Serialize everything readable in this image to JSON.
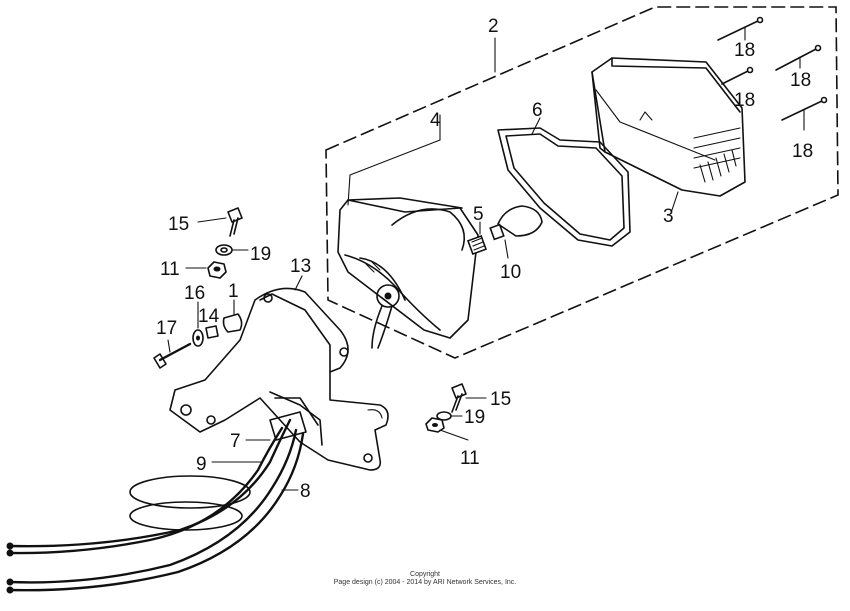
{
  "diagram": {
    "callouts": [
      {
        "key": "c2",
        "label": "2"
      },
      {
        "key": "c18a",
        "label": "18"
      },
      {
        "key": "c18b",
        "label": "18"
      },
      {
        "key": "c18c",
        "label": "18"
      },
      {
        "key": "c18d",
        "label": "18"
      },
      {
        "key": "c4",
        "label": "4"
      },
      {
        "key": "c6",
        "label": "6"
      },
      {
        "key": "c3",
        "label": "3"
      },
      {
        "key": "c5",
        "label": "5"
      },
      {
        "key": "c10",
        "label": "10"
      },
      {
        "key": "c15a",
        "label": "15"
      },
      {
        "key": "c19a",
        "label": "19"
      },
      {
        "key": "c11a",
        "label": "11"
      },
      {
        "key": "c13",
        "label": "13"
      },
      {
        "key": "c16",
        "label": "16"
      },
      {
        "key": "c1",
        "label": "1"
      },
      {
        "key": "c14",
        "label": "14"
      },
      {
        "key": "c17",
        "label": "17"
      },
      {
        "key": "c15b",
        "label": "15"
      },
      {
        "key": "c19b",
        "label": "19"
      },
      {
        "key": "c11b",
        "label": "11"
      },
      {
        "key": "c7",
        "label": "7"
      },
      {
        "key": "c9",
        "label": "9"
      },
      {
        "key": "c8",
        "label": "8"
      }
    ],
    "copyright": {
      "line1": "Copyright",
      "line2": "Page design (c) 2004 - 2014 by ARI Network Services, Inc."
    }
  }
}
